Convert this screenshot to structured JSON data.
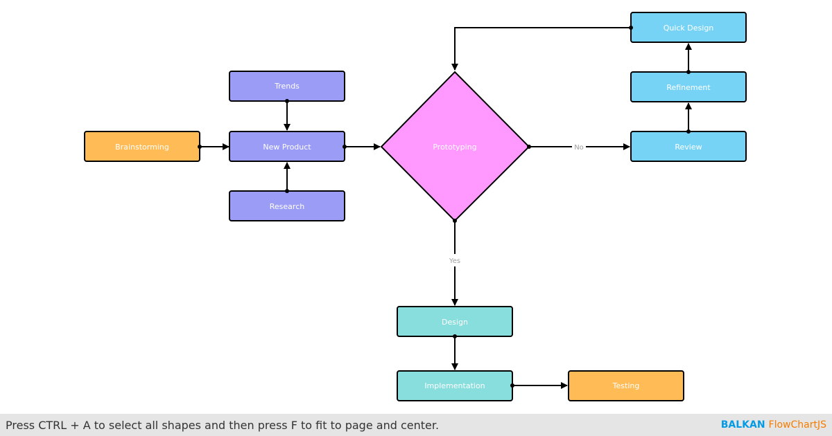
{
  "colors": {
    "brainstorm": "#ffbb55",
    "product": "#9b9cf5",
    "prototype": "#ff99ff",
    "review": "#77d3f5",
    "design": "#88dddd",
    "testing": "#ffbb55",
    "stroke": "#000000",
    "edge_label": "#9e9e9e",
    "footer_bg": "#e5e5e5",
    "brand_name": "#039be5",
    "brand_product": "#f57c00"
  },
  "nodes": {
    "brainstorming": "Brainstorming",
    "trends": "Trends",
    "new_product": "New Product",
    "research": "Research",
    "prototyping": "Prototyping",
    "quick_design": "Quick Design",
    "refinement": "Refinement",
    "review": "Review",
    "design": "Design",
    "implementation": "Implementation",
    "testing": "Testing"
  },
  "edges": {
    "no_label": "No",
    "yes_label": "Yes"
  },
  "footer": {
    "hint": "Press CTRL + A to select all shapes and then press F to fit to page and center.",
    "brand_name": "BALKAN",
    "brand_product": "FlowChartJS"
  }
}
